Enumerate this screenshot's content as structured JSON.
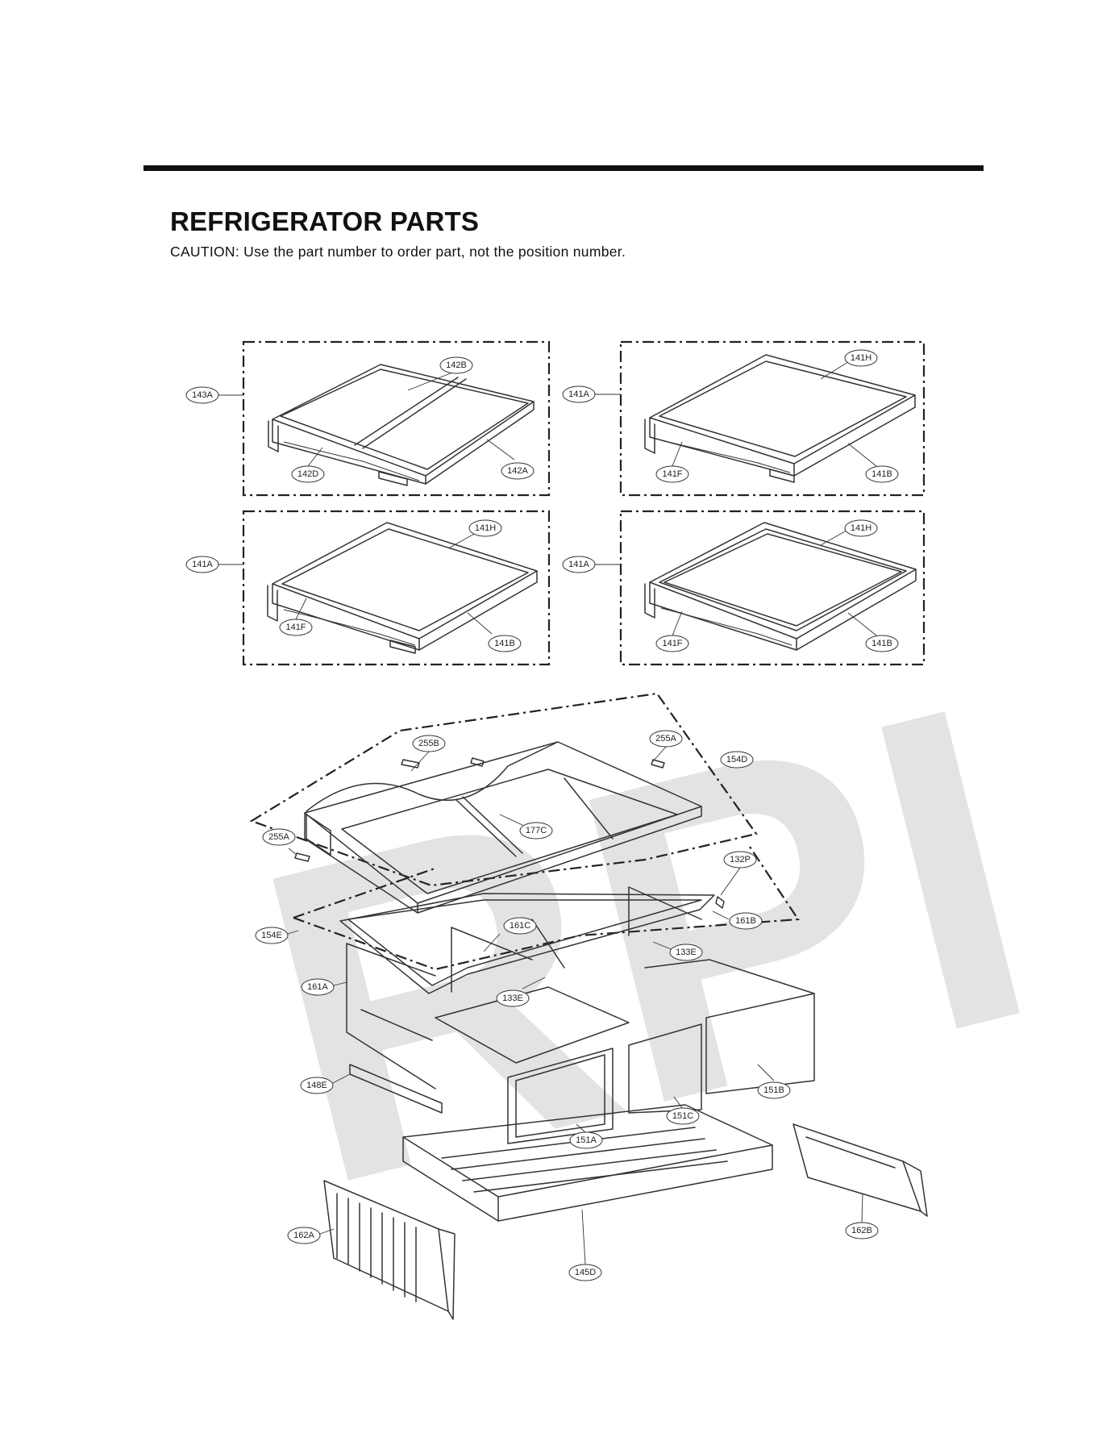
{
  "header": {
    "title": "REFRIGERATOR PARTS",
    "caution": "CAUTION: Use the part number to order part, not the position number."
  },
  "watermark": "RPI",
  "callouts": {
    "c143A": "143A",
    "c142B": "142B",
    "c142D": "142D",
    "c142A": "142A",
    "c141A_1": "141A",
    "c141H_1": "141H",
    "c141F_1": "141F",
    "c141B_1": "141B",
    "c141A_2": "141A",
    "c141H_2": "141H",
    "c141F_2": "141F",
    "c141B_2": "141B",
    "c141A_3": "141A",
    "c141H_3": "141H",
    "c141F_3": "141F",
    "c141B_3": "141B",
    "c255B": "255B",
    "c255A_1": "255A",
    "c154D": "154D",
    "c255A_2": "255A",
    "c177C": "177C",
    "c132P": "132P",
    "c161B": "161B",
    "c154E": "154E",
    "c161C": "161C",
    "c133E_1": "133E",
    "c161A": "161A",
    "c133E_2": "133E",
    "c148E": "148E",
    "c151B": "151B",
    "c151C": "151C",
    "c151A": "151A",
    "c162A": "162A",
    "c162B": "162B",
    "c145D": "145D"
  }
}
